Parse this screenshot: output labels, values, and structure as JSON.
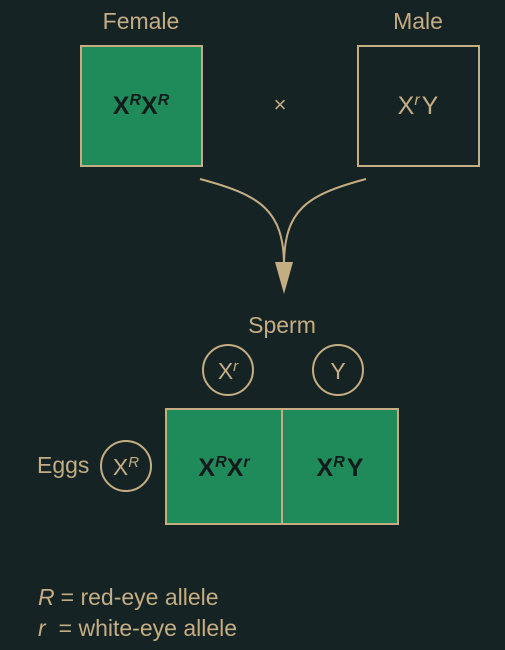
{
  "colors": {
    "background": "#162325",
    "accent": "#c4ad82",
    "green": "#1f8a5a",
    "dark_text": "#111b1c"
  },
  "parents": {
    "female": {
      "label": "Female",
      "genotype_base": "X",
      "allele_1": "R",
      "genotype_base_2": "X",
      "allele_2": "R"
    },
    "cross_symbol": "×",
    "male": {
      "label": "Male",
      "genotype_base": "X",
      "allele": "r",
      "y": "Y"
    }
  },
  "gametes": {
    "sperm_label": "Sperm",
    "sperm_1_base": "X",
    "sperm_1_allele": "r",
    "sperm_2": "Y",
    "eggs_label": "Eggs",
    "egg_base": "X",
    "egg_allele": "R"
  },
  "offspring": {
    "left_base": "X",
    "left_allele_1": "R",
    "left_base_2": "X",
    "left_allele_2": "r",
    "right_base": "X",
    "right_allele": "R",
    "right_y": "Y"
  },
  "legend": {
    "line_1_symbol": "R",
    "line_1_text": "= red-eye allele",
    "line_2_symbol": "r",
    "line_2_text": "= white-eye allele"
  }
}
